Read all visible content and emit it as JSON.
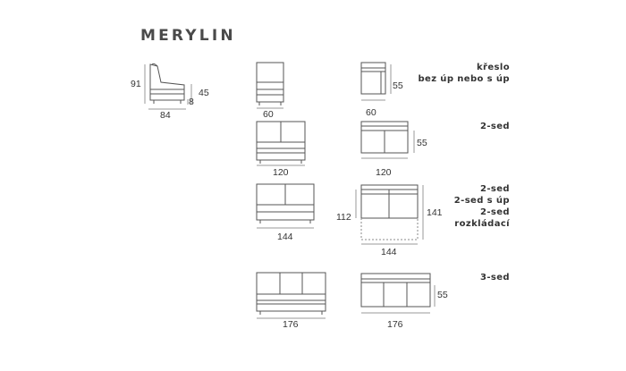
{
  "title": "MERYLIN",
  "armchair_side": {
    "height": "91",
    "seat_height": "45",
    "leg": "8",
    "depth": "84"
  },
  "kreslo": {
    "front_width": "60",
    "top_width": "60",
    "top_depth": "55",
    "desc_line1": "křeslo",
    "desc_line2": "bez úp nebo s úp"
  },
  "sed2": {
    "front_width": "120",
    "top_width": "120",
    "top_depth": "55",
    "desc": "2-sed"
  },
  "sed2_bed": {
    "front_width": "144",
    "top_width": "144",
    "left_depth": "112",
    "right_depth": "141",
    "desc_line1": "2-sed",
    "desc_line2": "2-sed s úp",
    "desc_line3": "2-sed",
    "desc_line4": "rozkládací"
  },
  "sed3": {
    "front_width": "176",
    "top_width": "176",
    "top_depth": "55",
    "desc": "3-sed"
  }
}
